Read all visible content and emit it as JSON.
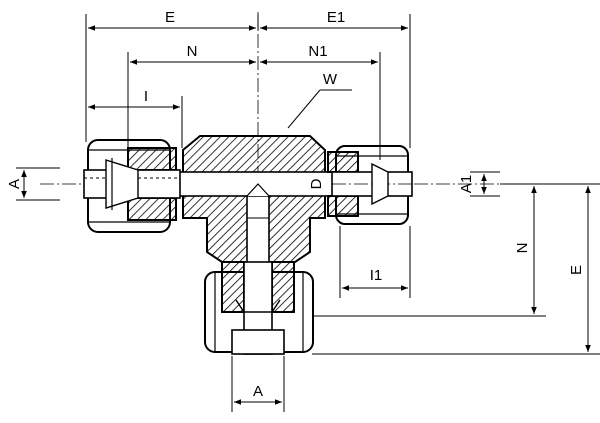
{
  "drawing": {
    "labels": {
      "E_top": "E",
      "E1_top": "E1",
      "N_top": "N",
      "N1_top": "N1",
      "W": "W",
      "I": "I",
      "A_left": "A",
      "D": "D",
      "A1": "A1",
      "I1": "I1",
      "N_right": "N",
      "E_right": "E",
      "A_bottom": "A"
    }
  }
}
